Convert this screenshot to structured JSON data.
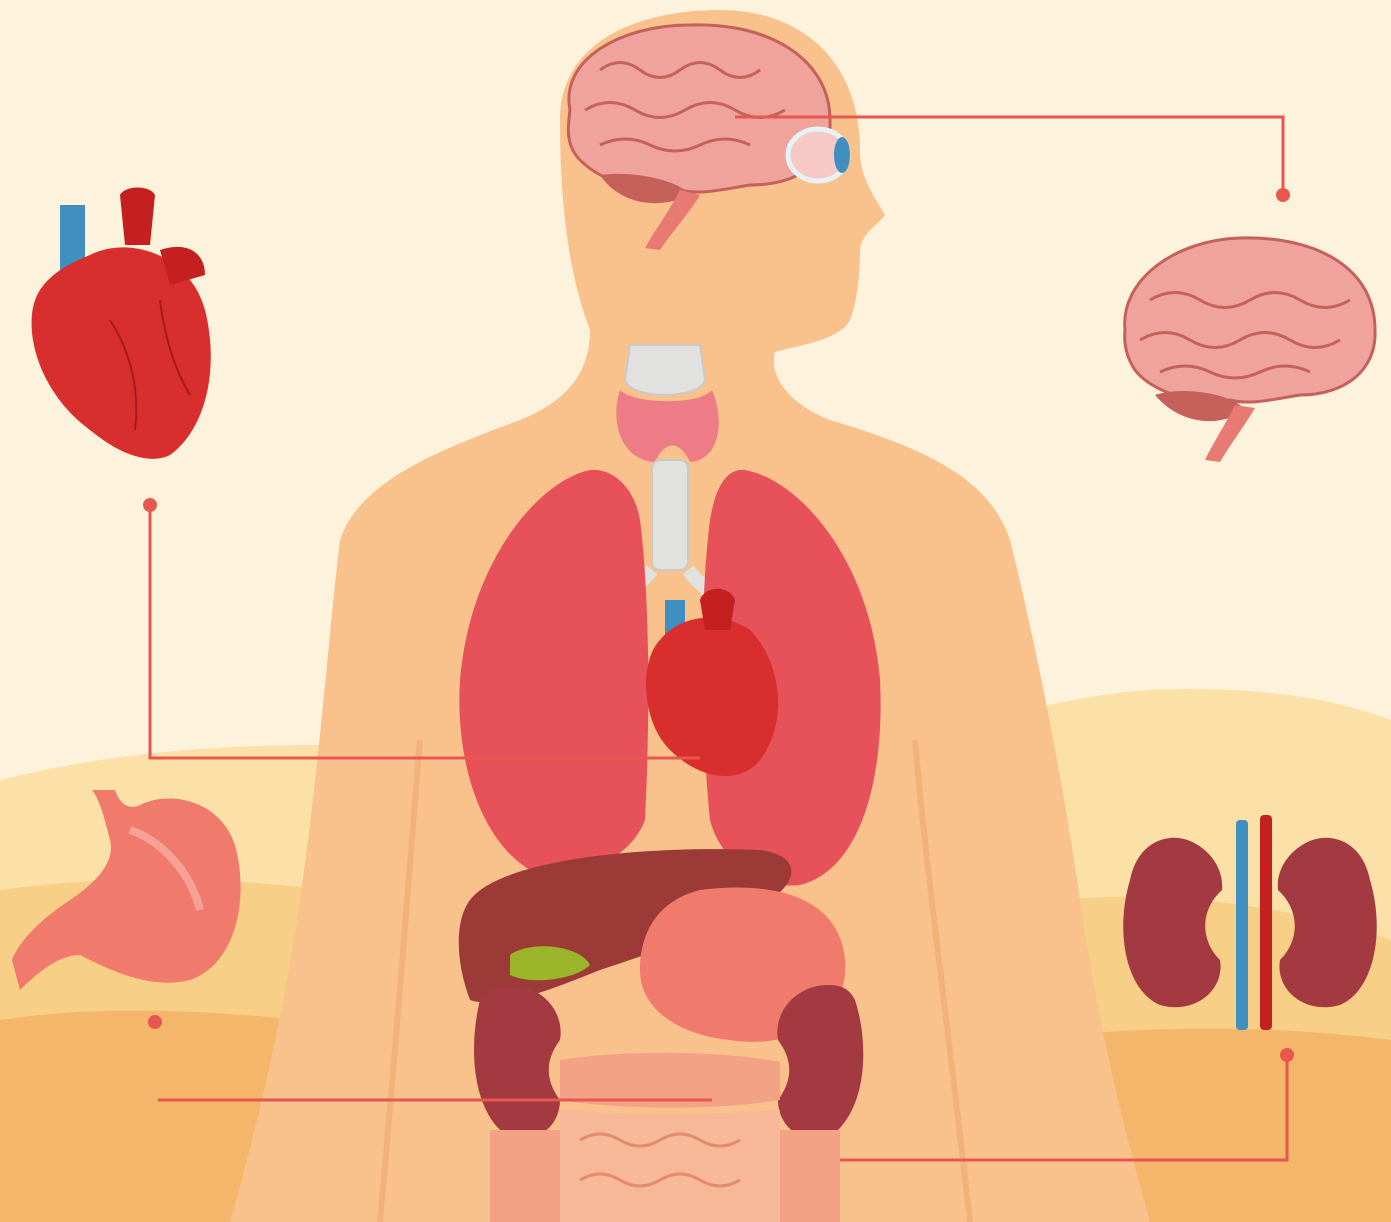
{
  "diagram": {
    "type": "human-anatomy-infographic",
    "organs": [
      "brain",
      "eye",
      "thyroid",
      "trachea",
      "lungs",
      "heart",
      "liver",
      "gallbladder",
      "stomach",
      "kidneys",
      "intestines"
    ],
    "callouts": [
      {
        "organ": "brain",
        "side": "right"
      },
      {
        "organ": "heart",
        "side": "left"
      },
      {
        "organ": "stomach",
        "side": "left"
      },
      {
        "organ": "kidneys",
        "side": "right"
      }
    ],
    "labels": []
  },
  "colors": {
    "background": "#fdf3dc",
    "dune_light": "#fbe1a8",
    "dune_mid": "#f8cf86",
    "dune_dark": "#f4b66a",
    "body": "#f9c18c",
    "connector": "#e8574f",
    "brain": "#f0a39c",
    "brain_fold": "#c5605b",
    "lung": "#e6515a",
    "heart": "#d92e2e",
    "vessel_blue": "#3f8fc0",
    "liver": "#9b3a36",
    "gallbladder": "#9bb52a",
    "stomach": "#f07a6c",
    "kidney": "#a33a41",
    "intestine": "#f4a285",
    "thyroid": "#ee7c86",
    "trachea": "#e1e1df"
  }
}
